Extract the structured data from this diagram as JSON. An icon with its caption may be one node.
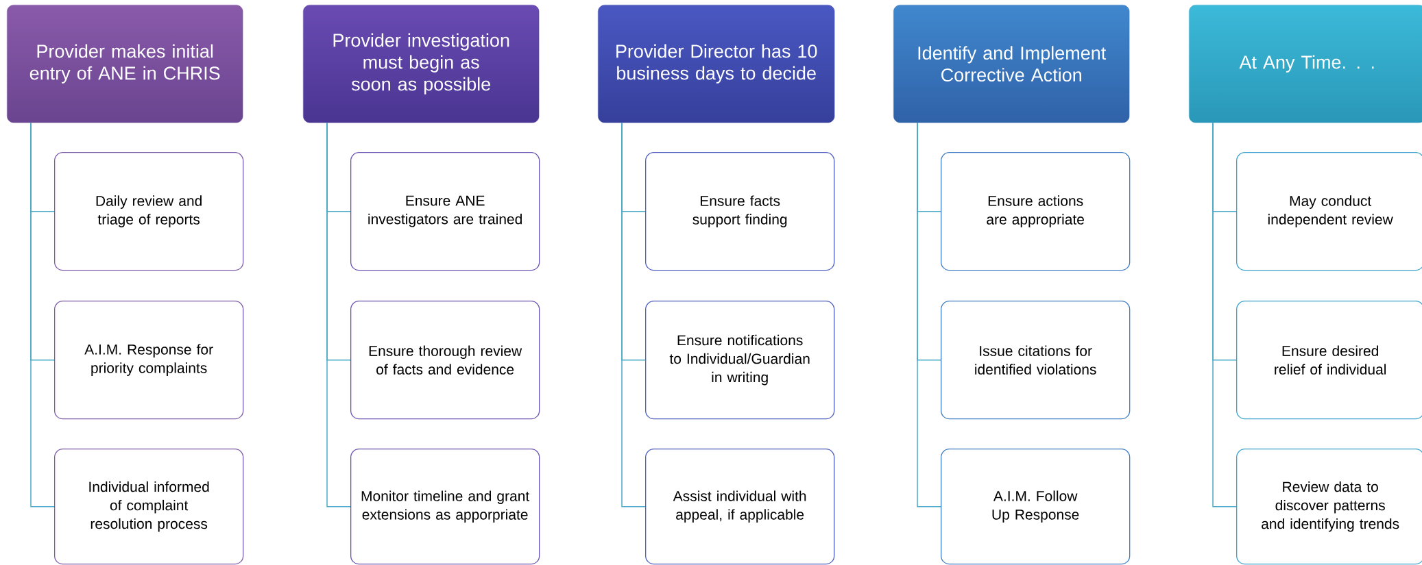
{
  "diagram": {
    "nodes": [
      {
        "text": [
          "Provider makes initial entry of ANE in CHRIS"
        ]
      },
      {
        "text": [
          "Daily review and triage of reports"
        ]
      },
      {
        "text": [
          "A.I.M. Response for priority complaints"
        ]
      },
      {
        "text": [
          "Individual informed of complaint resolution process"
        ]
      },
      {
        "text": [
          "Provider investigation must begin as soon as possible"
        ]
      },
      {
        "text": [
          "Ensure ANE investigators are trained"
        ]
      },
      {
        "text": [
          "Ensure thorough review of facts and evidence"
        ]
      },
      {
        "text": [
          "Monitor timeline and grant extensions as apporpriate"
        ]
      },
      {
        "text": [
          "Provider Director has 10 business days to decide"
        ]
      },
      {
        "text": [
          "Ensure facts support finding"
        ]
      },
      {
        "text": [
          "Ensure notifications to Individual/Guardian in writing"
        ]
      },
      {
        "text": [
          "Assist individual with appeal, if applicable"
        ]
      },
      {
        "text": [
          "Identify and Implement Corrective Action"
        ]
      },
      {
        "text": [
          "Ensure actions are appropriate"
        ]
      },
      {
        "text": [
          "Issue citations for identified violations"
        ]
      },
      {
        "text": [
          "A.I.M. Follow Up Response"
        ]
      },
      {
        "text": [
          "At Any Time. . ."
        ]
      },
      {
        "text": [
          "May conduct independent review"
        ]
      },
      {
        "text": [
          "Ensure desired relief of individual"
        ]
      },
      {
        "text": [
          "Review data to discover patterns and identifying trends"
        ]
      }
    ],
    "edges": [
      {
        "from": 0,
        "to": 1,
        "arrow": "none"
      },
      {
        "from": 0,
        "to": 2,
        "arrow": "none"
      },
      {
        "from": 0,
        "to": 3,
        "arrow": "none"
      },
      {
        "from": 4,
        "to": 5,
        "arrow": "none"
      },
      {
        "from": 4,
        "to": 6,
        "arrow": "none"
      },
      {
        "from": 4,
        "to": 7,
        "arrow": "none"
      },
      {
        "from": 8,
        "to": 9,
        "arrow": "none"
      },
      {
        "from": 8,
        "to": 10,
        "arrow": "none"
      },
      {
        "from": 8,
        "to": 11,
        "arrow": "none"
      },
      {
        "from": 12,
        "to": 13,
        "arrow": "none"
      },
      {
        "from": 12,
        "to": 14,
        "arrow": "none"
      },
      {
        "from": 12,
        "to": 15,
        "arrow": "none"
      },
      {
        "from": 16,
        "to": 17,
        "arrow": "none"
      },
      {
        "from": 16,
        "to": 18,
        "arrow": "none"
      },
      {
        "from": 16,
        "to": 19,
        "arrow": "none"
      }
    ]
  }
}
